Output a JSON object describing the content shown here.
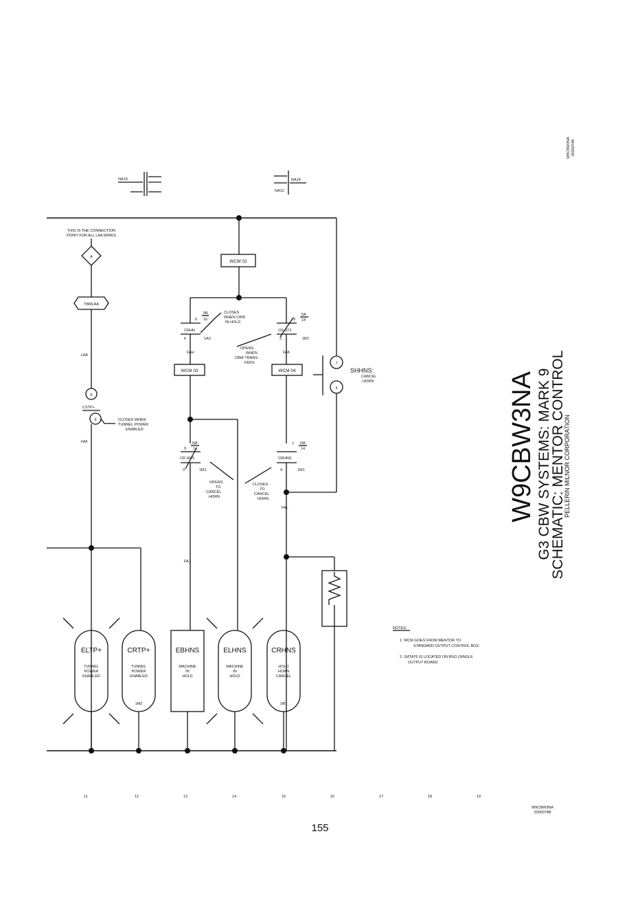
{
  "page": {
    "number": "155"
  },
  "title_block": {
    "drawing_no": "W9CBW3NA",
    "line2": "G3 CBW SYSTEMS: MARK 9",
    "line3": "SCHEMATIC: MENTOR CONTROL",
    "company": "PELLERIN MILNOR CORPORATION"
  },
  "stamp": {
    "line1": "W9CBW3NA",
    "line2": "2005074B"
  },
  "stamp_bottom": {
    "line1": "W9CBW3NA",
    "line2": "2005074B"
  },
  "refs": {
    "left_top": "NA19",
    "right_top": "NA14",
    "right_bottom": "NA12"
  },
  "connection_note": {
    "line1": "THIS IS THE CONNECTION",
    "line2": "POINT FOR ALL LAA WIRES"
  },
  "connector": {
    "diamond": "A",
    "hex": "TBMLAA"
  },
  "wires": {
    "laa": "LAA",
    "faf": "FAF",
    "fah": "FAH",
    "fak": "FAK",
    "faj": "FAJ",
    "fal": "FAL"
  },
  "modules": {
    "wcm02": "WCM 02",
    "wcm03": "WCM 03",
    "wcm04": "WCM 04"
  },
  "cstp": {
    "top_pin": "6",
    "label": "CSTP+",
    "bottom_pin": "9",
    "note1": "CLOSES WHEN",
    "note2": "TUNNEL POWER",
    "note3": "ENABLED"
  },
  "crhn_top": {
    "pin_a": "9",
    "na_top": "5B",
    "na_bot": "16",
    "label": "CRHN",
    "pin_b": "6",
    "coil": "1A3",
    "note1": "CLOSES",
    "note2": "WHEN CBW",
    "note3": "IN HOLD"
  },
  "crst2": {
    "pin_a": "9",
    "na_top": "5A",
    "na_bot": "14",
    "label": "CR ST2",
    "pin_b": "3",
    "coil": "1B2",
    "note1": "OPENS",
    "note2": "WHEN",
    "note3": "CBW TRANS-",
    "note4": "FERS"
  },
  "shhns": {
    "pin_top": "7",
    "pin_bot": "4",
    "label": "SHHNS:",
    "sub1": "CANCEL",
    "sub2": "HORN"
  },
  "crhns_left": {
    "pin_a": "9",
    "na_top": "NA",
    "na_bot": "14",
    "label": "CR HNS",
    "pin_b": "3",
    "coil": "1M1",
    "note1": "OPENS",
    "note2": "TO",
    "note3": "CANCEL",
    "note4": "HORN"
  },
  "crhns_right": {
    "pin_a": "7",
    "na_top": "NA",
    "na_bot": "14",
    "label": "CRHNS",
    "pin_b": "4",
    "coil": "1M1",
    "note1": "CLOSES",
    "note2": "TO",
    "note3": "CANCEL",
    "note4": "HORN"
  },
  "lamps": [
    {
      "name": "ELTP+",
      "l1": "TUNNEL",
      "l2": "POWER",
      "l3": "ENABLED",
      "ref": ""
    },
    {
      "name": "CRTP+",
      "l1": "TUNNEL",
      "l2": "POWER",
      "l3": "ENABLED",
      "ref": "1M2"
    },
    {
      "name": "EBHNS",
      "l1": "MACHINE",
      "l2": "IN",
      "l3": "HOLD",
      "ref": ""
    },
    {
      "name": "ELHNS",
      "l1": "MACHINE",
      "l2": "IN",
      "l3": "HOLD",
      "ref": ""
    },
    {
      "name": "CRHNS",
      "l1": "HOLD",
      "l2": "HORN",
      "l3": "CANCEL",
      "ref": "1M1"
    }
  ],
  "notes": {
    "heading": "NOTES:",
    "n1a": "1. WCM GOES FROM MENTOR TO",
    "n1b": "STANDARD OUTPUT CONTROL BOX.",
    "n2a": "2. 1MTA76 IS LOCATED ON BSO (SINGLE",
    "n2b": "OUTPUT BOARD."
  },
  "columns": [
    "11",
    "12",
    "13",
    "14",
    "15",
    "16",
    "17",
    "18",
    "19"
  ]
}
